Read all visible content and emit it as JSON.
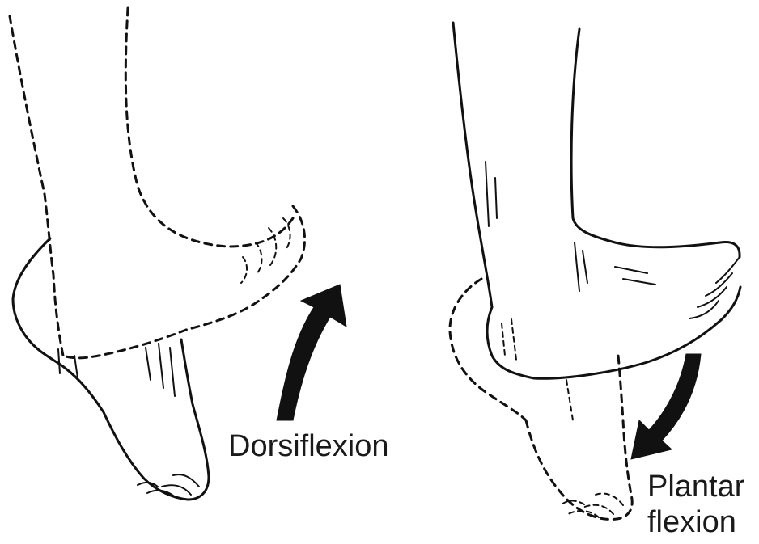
{
  "labels": {
    "dorsiflexion": "Dorsiflexion",
    "plantar_line1": "Plantar",
    "plantar_line2": "flexion"
  },
  "colors": {
    "ink": "#111111",
    "background": "#ffffff"
  },
  "icons": {
    "dorsiflexion_arrow": "curved-arrow-up-icon",
    "plantar_flexion_arrow": "curved-arrow-down-icon"
  }
}
